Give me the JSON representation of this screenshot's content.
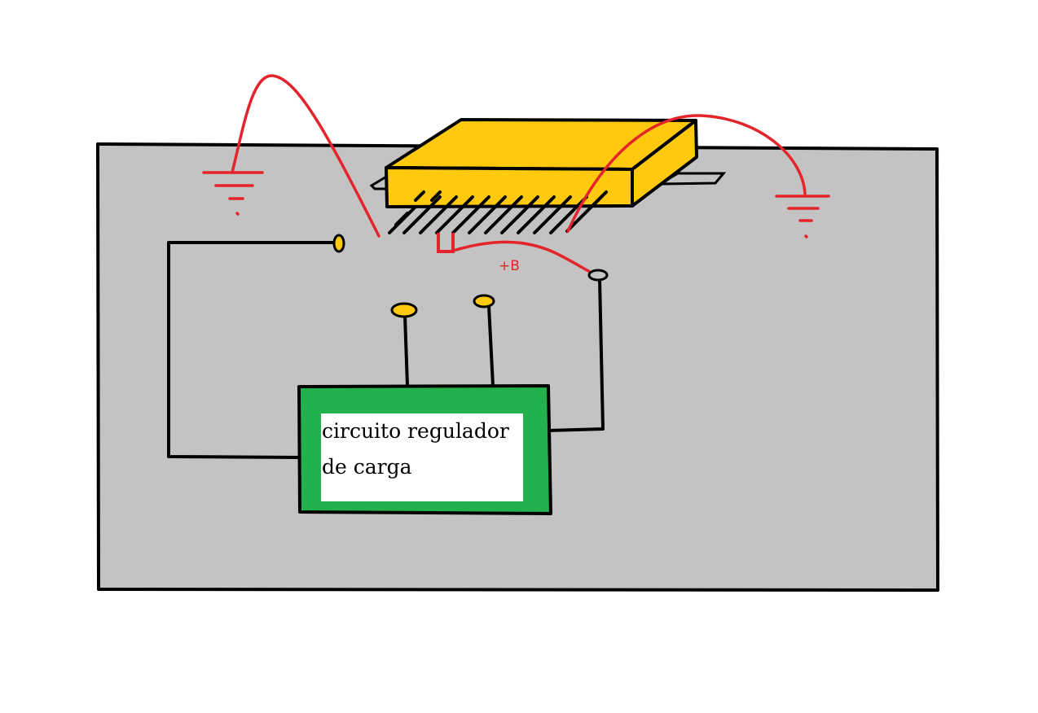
{
  "regulator": {
    "label_line1": "circuito regulador",
    "label_line2": "de carga"
  },
  "supply_label": "+B",
  "colors": {
    "background": "#c3c3c3",
    "regulator_fill": "#22b14c",
    "component_fill": "#ffc90e",
    "wire": "#000000",
    "red_wire": "#e3242b"
  },
  "icons": {
    "ground_left": "ground-symbol-icon",
    "ground_right": "ground-symbol-icon"
  }
}
